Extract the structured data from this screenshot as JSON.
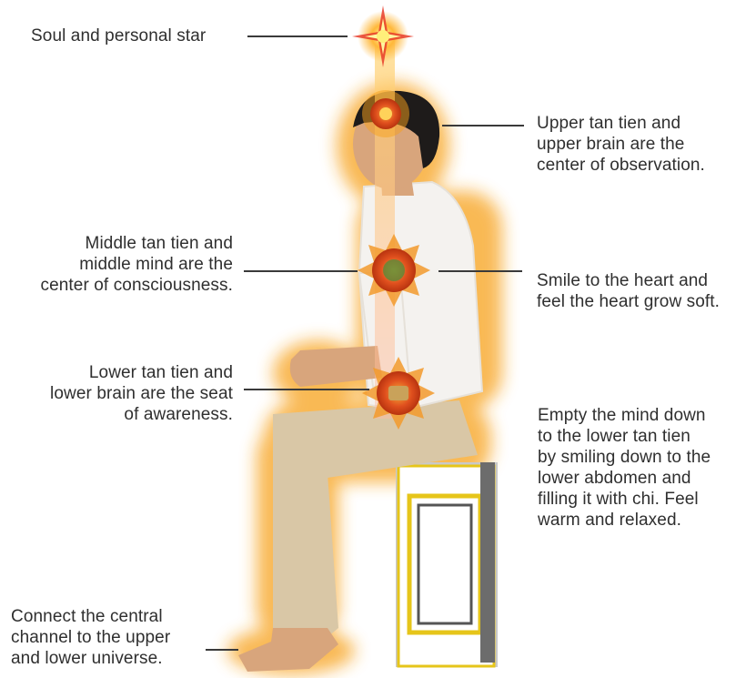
{
  "labels": {
    "soul_star": "Soul and personal star",
    "upper_tan_tien": "Upper tan tien and\nupper brain are the\ncenter of observation.",
    "middle_tan_tien": "Middle tan tien and\nmiddle mind are the\ncenter of consciousness.",
    "smile_heart": "Smile to the heart and\nfeel the heart grow soft.",
    "lower_tan_tien": "Lower tan tien and\nlower brain are the seat\nof awareness.",
    "empty_mind": "Empty the mind down\nto the lower tan tien\nby smiling down to the\nlower abdomen and\nfilling it with chi. Feel\nwarm and relaxed.",
    "connect_channel": "Connect the central\nchannel to the upper\nand lower universe."
  },
  "colors": {
    "glow": "#f7a21b",
    "energy_center": "#e04a1e",
    "star": "#e83c2a",
    "stool_frame": "#e8c81a",
    "shirt": "#f4f2ef",
    "pants": "#d9c7a6",
    "skin": "#d8a57c",
    "hair": "#1e1b1a"
  }
}
